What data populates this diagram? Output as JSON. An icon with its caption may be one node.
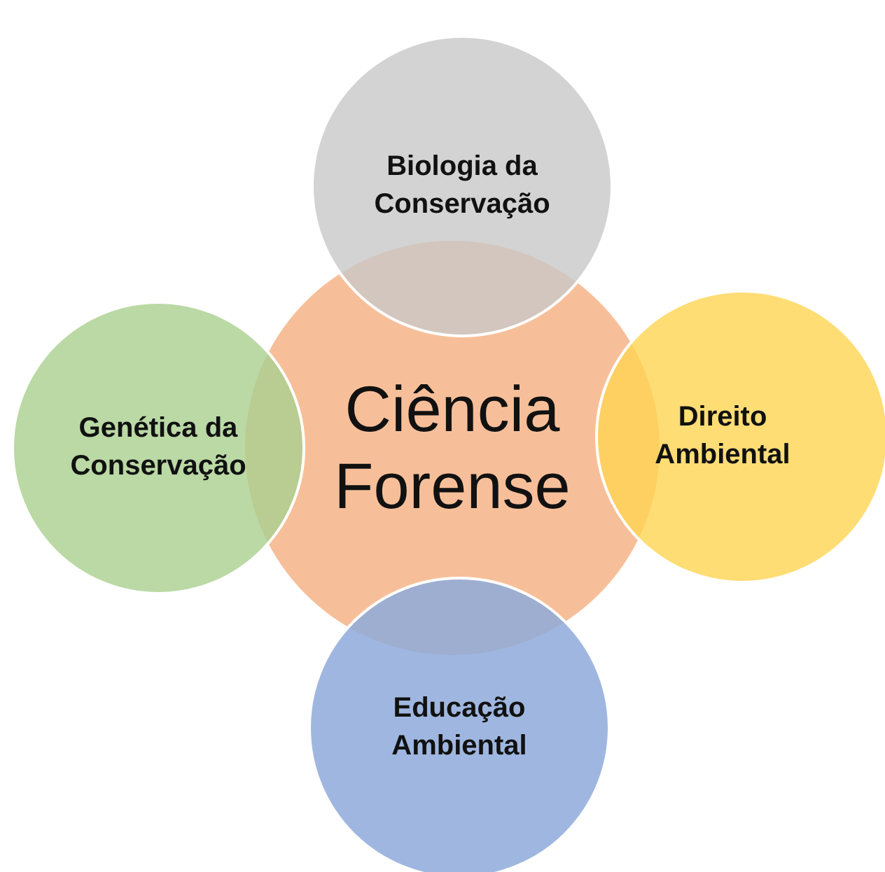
{
  "diagram": {
    "nodes": [
      {
        "text": [
          "Ciência Forense"
        ]
      },
      {
        "text": [
          "Biologia da Conservação"
        ]
      },
      {
        "text": [
          "Genética da Conservação"
        ]
      },
      {
        "text": [
          "Direito Ambiental"
        ]
      },
      {
        "text": [
          "Educação Ambiental"
        ]
      }
    ]
  }
}
